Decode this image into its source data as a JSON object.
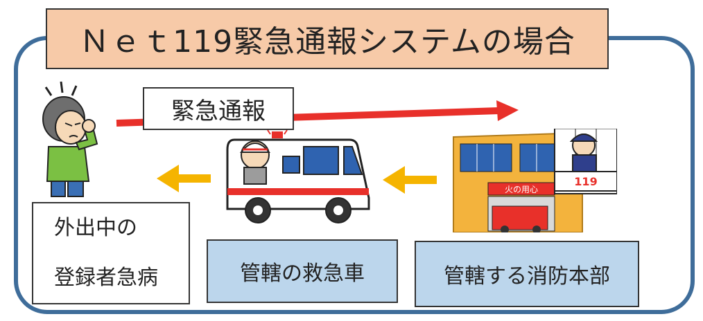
{
  "title": "Ｎｅｔ119緊急通報システムの場合",
  "callout": "緊急通報",
  "patient_label": {
    "line1": "外出中の",
    "line2": "登録者急病"
  },
  "ambulance_label": "管轄の救急車",
  "fire_station_label": "管轄する消防本部",
  "station_sign": "火の用心",
  "station_desk_number": "119",
  "colors": {
    "frame": "#3f6d9a",
    "title_bg": "#f7caa8",
    "label_blue": "#bcd6ec",
    "emergency_arrow": "#e8302a",
    "dispatch_arrow": "#f5b400"
  }
}
